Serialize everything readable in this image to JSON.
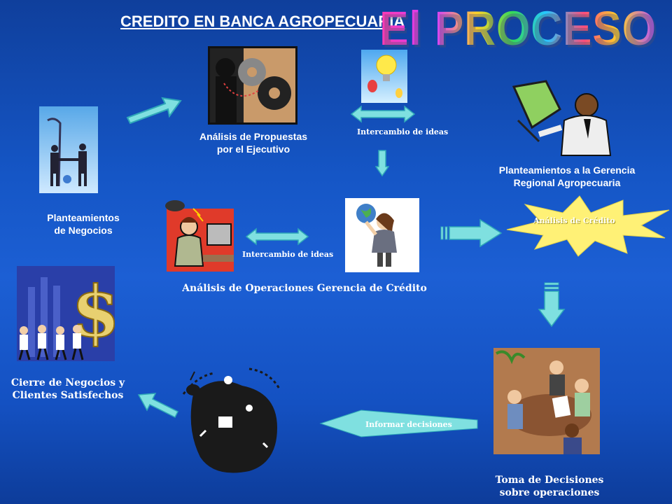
{
  "slide": {
    "title": "CREDITO EN BANCA AGROPECUARIA",
    "big_title": "El PROCESO"
  },
  "steps": {
    "negocios": "Planteamientos\nde Negocios",
    "propuestas": "Análisis de Propuestas\npor el Ejecutivo",
    "gerencia_regional": "Planteamientos a la Gerencia\nRegional Agropecuaria",
    "operaciones": "Análisis de Operaciones Gerencia de Crédito",
    "decisiones": "Toma de Decisiones\nsobre operaciones",
    "cierre": "Cierre de Negocios y\nClientes Satisfechos"
  },
  "connectors": {
    "intercambio_top": "Intercambio de ideas",
    "intercambio_mid": "Intercambio de ideas",
    "analisis_credito": "Análisis de Crédito",
    "informar": "Informar decisiones"
  },
  "colors": {
    "arrow_fill": "#7fe0e0",
    "arrow_stroke": "#2fa8b8",
    "starburst": "#fff176"
  }
}
